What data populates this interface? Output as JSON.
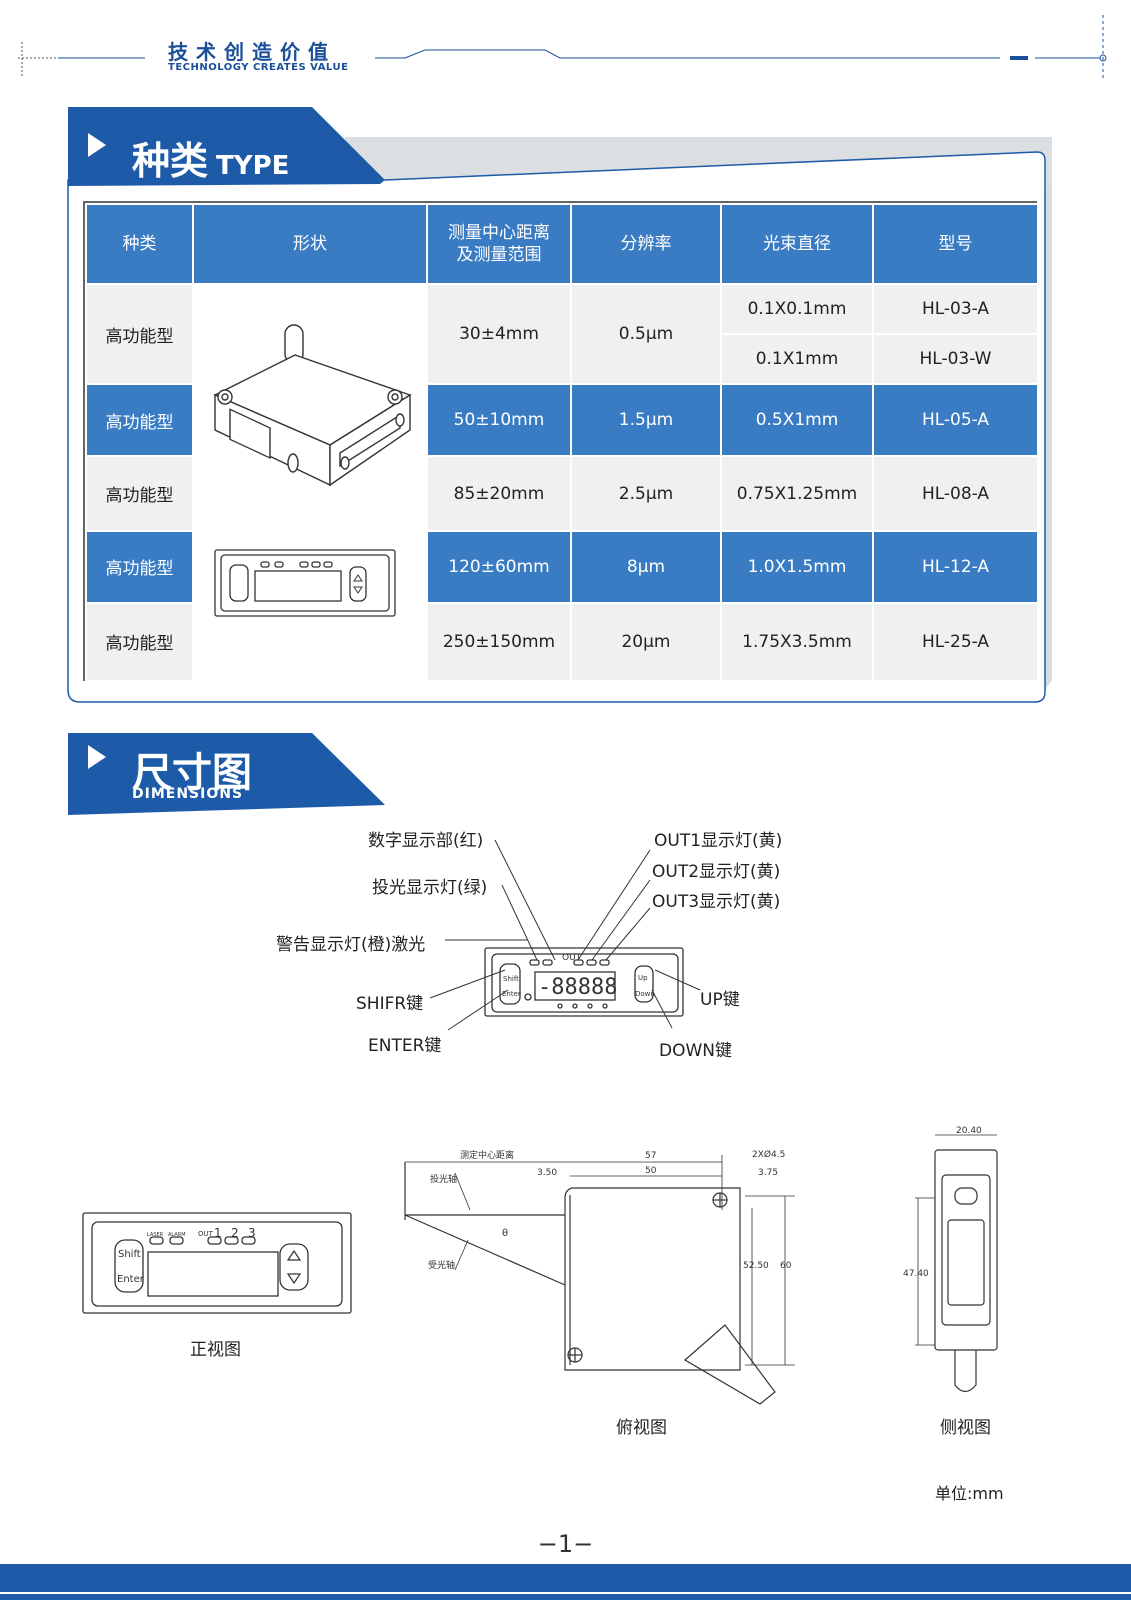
{
  "header": {
    "title": "技术创造价值",
    "subtitle": "TECHNOLOGY CREATES VALUE"
  },
  "type_section": {
    "title": "种类",
    "title_en": "TYPE"
  },
  "table": {
    "headers": [
      "种类",
      "形状",
      "测量中心距离",
      "及测量范围",
      "分辨率",
      "光束直径",
      "型号"
    ],
    "rows": [
      {
        "kind": "高功能型",
        "range": "30±4mm",
        "resolution": "0.5μm",
        "beam": [
          "0.1X0.1mm",
          "0.1X1mm"
        ],
        "model": [
          "HL-03-A",
          "HL-03-W"
        ]
      },
      {
        "kind": "高功能型",
        "range": "50±10mm",
        "resolution": "1.5μm",
        "beam": "0.5X1mm",
        "model": "HL-05-A"
      },
      {
        "kind": "高功能型",
        "range": "85±20mm",
        "resolution": "2.5μm",
        "beam": "0.75X1.25mm",
        "model": "HL-08-A"
      },
      {
        "kind": "高功能型",
        "range": "120±60mm",
        "resolution": "8μm",
        "beam": "1.0X1.5mm",
        "model": "HL-12-A"
      },
      {
        "kind": "高功能型",
        "range": "250±150mm",
        "resolution": "20μm",
        "beam": "1.75X3.5mm",
        "model": "HL-25-A"
      }
    ]
  },
  "dim_section": {
    "title": "尺寸图",
    "title_en": "DIMENSIONS"
  },
  "panel_labels": {
    "digital": "数字显示部(红)",
    "projector": "投光显示灯(绿)",
    "alarm": "警告显示灯(橙)激光",
    "shift": "SHIFR键",
    "enter": "ENTER键",
    "out1": "OUT1显示灯(黄)",
    "out2": "OUT2显示灯(黄)",
    "out3": "OUT3显示灯(黄)",
    "up": "UP键",
    "down": "DOWN键"
  },
  "device_text": {
    "shift": "Shift",
    "enter": "Enter",
    "up": "Up",
    "down": "Down",
    "laser": "LASER",
    "alarm": "ALARM",
    "out": "OUT",
    "out_nums": [
      "1",
      "2",
      "3"
    ],
    "digits": "-88888"
  },
  "drawing_text": {
    "center_distance": "测定中心距离",
    "emit_axis": "投光轴",
    "recv_axis": "受光轴",
    "theta": "θ",
    "d57": "57",
    "d50": "50",
    "d3_50": "3.50",
    "d3_75": "3.75",
    "hole": "2XØ4.5",
    "d52_50": "52.50",
    "d60": "60",
    "d20_40": "20.40",
    "d47_40": "47.40"
  },
  "captions": {
    "front": "正视图",
    "top": "俯视图",
    "side": "侧视图",
    "unit": "单位:mm"
  },
  "page_number": "−1−"
}
